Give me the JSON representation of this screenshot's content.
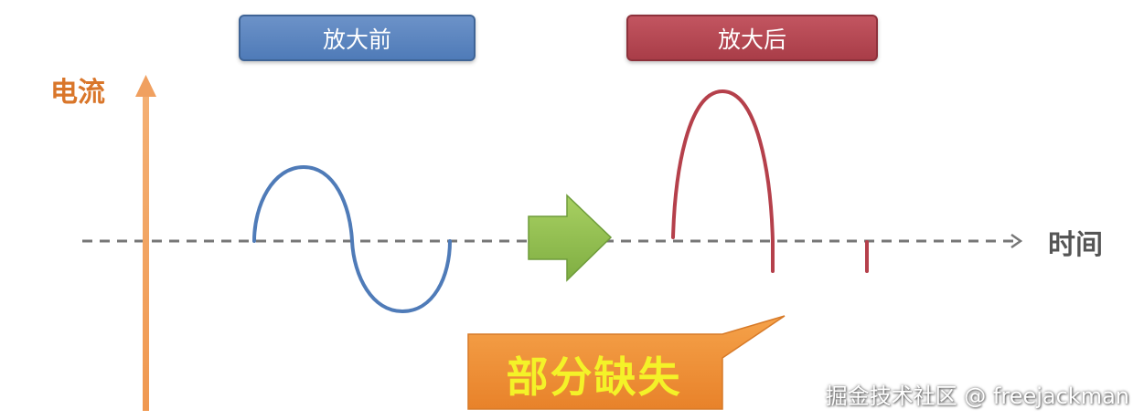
{
  "labels": {
    "before": "放大前",
    "after": "放大后",
    "y_axis": "电流",
    "x_axis": "时间",
    "callout": "部分缺失"
  },
  "watermark": "掘金技术社区 @ freejackman",
  "colors": {
    "before_box": "#5b86c2",
    "after_box": "#b8454f",
    "y_axis_arrow": "#f0a060",
    "time_axis": "#777777",
    "before_wave": "#4f7bb8",
    "after_wave": "#b5404b",
    "transition_arrow": "#93c054",
    "callout_fill": "#f0943a",
    "callout_text": "#f4f228"
  }
}
